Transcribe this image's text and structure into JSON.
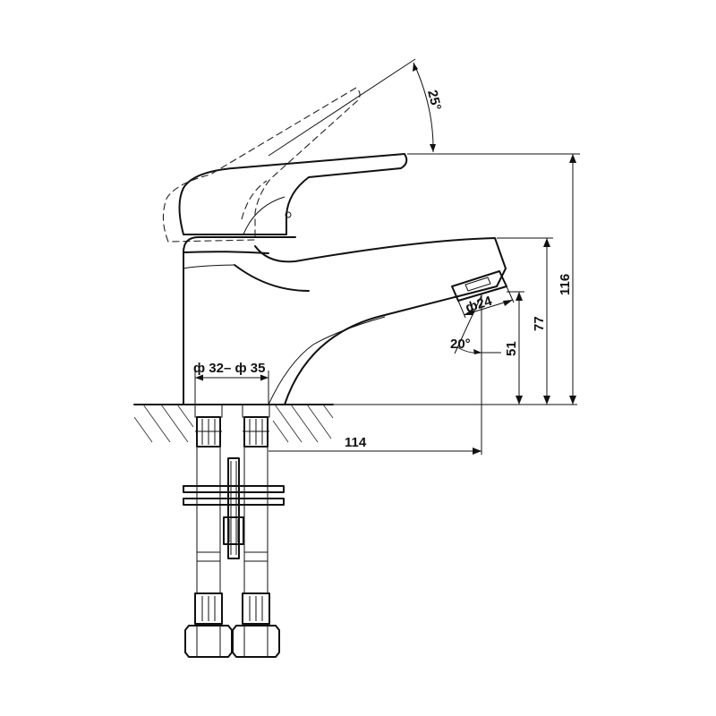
{
  "dimensions": {
    "angle_handle": "25°",
    "height_total": "116",
    "height_spout": "77",
    "height_outlet": "51",
    "aerator_dia": "ф24",
    "angle_outlet": "20°",
    "hole_dia": "ф 32– ф 35",
    "reach": "114"
  }
}
